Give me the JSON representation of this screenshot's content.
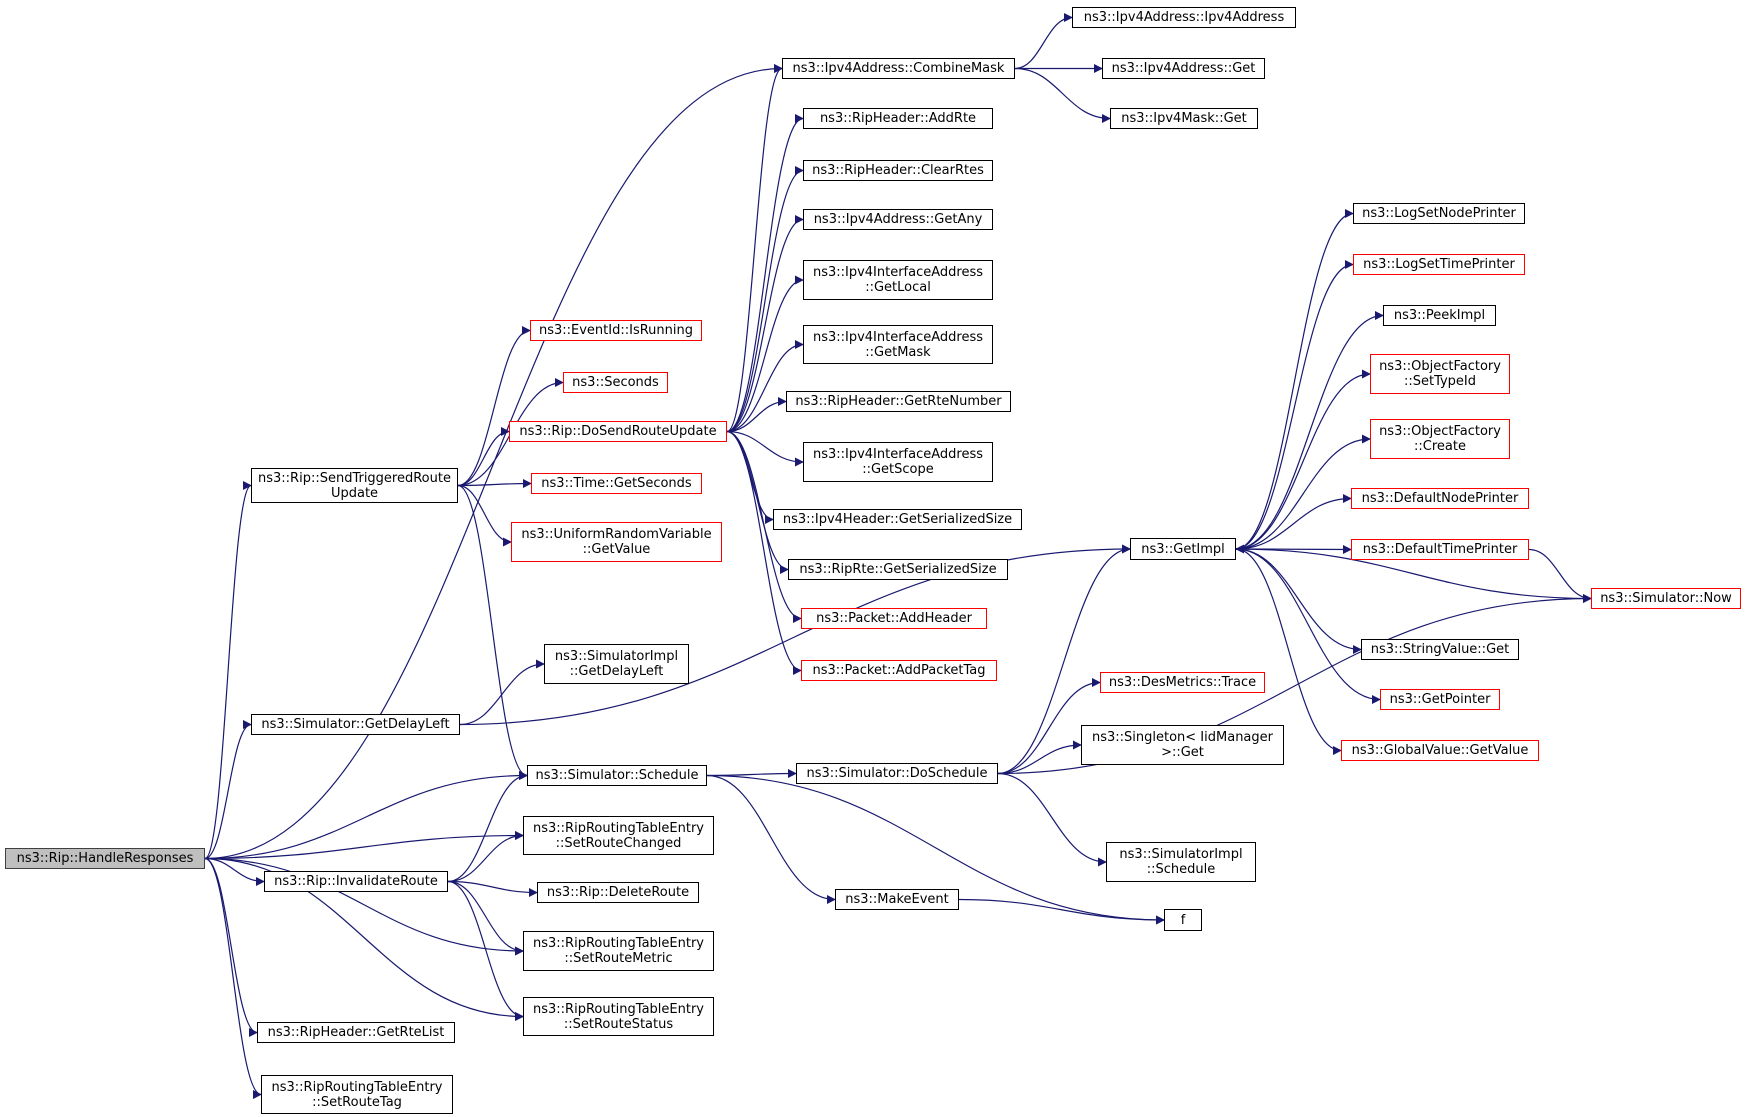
{
  "graph": {
    "edge_color": "#191970",
    "nodes": [
      {
        "id": "root",
        "lines": [
          "ns3::Rip::HandleResponses"
        ],
        "style": "root"
      },
      {
        "id": "send_trig",
        "lines": [
          "ns3::Rip::SendTriggeredRoute",
          "Update"
        ],
        "style": "black"
      },
      {
        "id": "get_delay_left",
        "lines": [
          "ns3::Simulator::GetDelayLeft"
        ],
        "style": "black"
      },
      {
        "id": "schedule",
        "lines": [
          "ns3::Simulator::Schedule"
        ],
        "style": "black"
      },
      {
        "id": "set_route_changed",
        "lines": [
          "ns3::RipRoutingTableEntry",
          "::SetRouteChanged"
        ],
        "style": "black"
      },
      {
        "id": "invalidate_route",
        "lines": [
          "ns3::Rip::InvalidateRoute"
        ],
        "style": "black"
      },
      {
        "id": "delete_route",
        "lines": [
          "ns3::Rip::DeleteRoute"
        ],
        "style": "black"
      },
      {
        "id": "set_route_metric",
        "lines": [
          "ns3::RipRoutingTableEntry",
          "::SetRouteMetric"
        ],
        "style": "black"
      },
      {
        "id": "set_route_status",
        "lines": [
          "ns3::RipRoutingTableEntry",
          "::SetRouteStatus"
        ],
        "style": "black"
      },
      {
        "id": "get_rte_list",
        "lines": [
          "ns3::RipHeader::GetRteList"
        ],
        "style": "black"
      },
      {
        "id": "set_route_tag",
        "lines": [
          "ns3::RipRoutingTableEntry",
          "::SetRouteTag"
        ],
        "style": "black"
      },
      {
        "id": "combine_mask",
        "lines": [
          "ns3::Ipv4Address::CombineMask"
        ],
        "style": "black"
      },
      {
        "id": "ipv4addr_ctor",
        "lines": [
          "ns3::Ipv4Address::Ipv4Address"
        ],
        "style": "black"
      },
      {
        "id": "ipv4addr_get",
        "lines": [
          "ns3::Ipv4Address::Get"
        ],
        "style": "black"
      },
      {
        "id": "ipv4mask_get",
        "lines": [
          "ns3::Ipv4Mask::Get"
        ],
        "style": "black"
      },
      {
        "id": "add_rte",
        "lines": [
          "ns3::RipHeader::AddRte"
        ],
        "style": "black"
      },
      {
        "id": "clear_rtes",
        "lines": [
          "ns3::RipHeader::ClearRtes"
        ],
        "style": "black"
      },
      {
        "id": "get_any",
        "lines": [
          "ns3::Ipv4Address::GetAny"
        ],
        "style": "black"
      },
      {
        "id": "get_local",
        "lines": [
          "ns3::Ipv4InterfaceAddress",
          "::GetLocal"
        ],
        "style": "black"
      },
      {
        "id": "get_mask",
        "lines": [
          "ns3::Ipv4InterfaceAddress",
          "::GetMask"
        ],
        "style": "black"
      },
      {
        "id": "get_rte_number",
        "lines": [
          "ns3::RipHeader::GetRteNumber"
        ],
        "style": "black"
      },
      {
        "id": "get_scope",
        "lines": [
          "ns3::Ipv4InterfaceAddress",
          "::GetScope"
        ],
        "style": "black"
      },
      {
        "id": "ipv4hdr_size",
        "lines": [
          "ns3::Ipv4Header::GetSerializedSize"
        ],
        "style": "black"
      },
      {
        "id": "riprte_size",
        "lines": [
          "ns3::RipRte::GetSerializedSize"
        ],
        "style": "black"
      },
      {
        "id": "add_header",
        "lines": [
          "ns3::Packet::AddHeader"
        ],
        "style": "red"
      },
      {
        "id": "add_packet_tag",
        "lines": [
          "ns3::Packet::AddPacketTag"
        ],
        "style": "red"
      },
      {
        "id": "is_running",
        "lines": [
          "ns3::EventId::IsRunning"
        ],
        "style": "red"
      },
      {
        "id": "seconds",
        "lines": [
          "ns3::Seconds"
        ],
        "style": "red"
      },
      {
        "id": "do_send",
        "lines": [
          "ns3::Rip::DoSendRouteUpdate"
        ],
        "style": "red"
      },
      {
        "id": "time_get_seconds",
        "lines": [
          "ns3::Time::GetSeconds"
        ],
        "style": "red"
      },
      {
        "id": "uniform_get_value",
        "lines": [
          "ns3::UniformRandomVariable",
          "::GetValue"
        ],
        "style": "red"
      },
      {
        "id": "simimpl_delay",
        "lines": [
          "ns3::SimulatorImpl",
          "::GetDelayLeft"
        ],
        "style": "black"
      },
      {
        "id": "do_schedule",
        "lines": [
          "ns3::Simulator::DoSchedule"
        ],
        "style": "black"
      },
      {
        "id": "make_event",
        "lines": [
          "ns3::MakeEvent"
        ],
        "style": "black"
      },
      {
        "id": "f",
        "lines": [
          "f"
        ],
        "style": "black"
      },
      {
        "id": "des_trace",
        "lines": [
          "ns3::DesMetrics::Trace"
        ],
        "style": "red"
      },
      {
        "id": "singleton_get",
        "lines": [
          "ns3::Singleton< IidManager",
          ">::Get"
        ],
        "style": "black"
      },
      {
        "id": "simimpl_schedule",
        "lines": [
          "ns3::SimulatorImpl",
          "::Schedule"
        ],
        "style": "black"
      },
      {
        "id": "get_impl",
        "lines": [
          "ns3::GetImpl"
        ],
        "style": "black"
      },
      {
        "id": "log_node_printer",
        "lines": [
          "ns3::LogSetNodePrinter"
        ],
        "style": "black"
      },
      {
        "id": "log_time_printer",
        "lines": [
          "ns3::LogSetTimePrinter"
        ],
        "style": "red"
      },
      {
        "id": "peek_impl",
        "lines": [
          "ns3::PeekImpl"
        ],
        "style": "black"
      },
      {
        "id": "of_set_type",
        "lines": [
          "ns3::ObjectFactory",
          "::SetTypeId"
        ],
        "style": "red"
      },
      {
        "id": "of_create",
        "lines": [
          "ns3::ObjectFactory",
          "::Create"
        ],
        "style": "red"
      },
      {
        "id": "default_node_printer",
        "lines": [
          "ns3::DefaultNodePrinter"
        ],
        "style": "red"
      },
      {
        "id": "default_time_printer",
        "lines": [
          "ns3::DefaultTimePrinter"
        ],
        "style": "red"
      },
      {
        "id": "string_value_get",
        "lines": [
          "ns3::StringValue::Get"
        ],
        "style": "black"
      },
      {
        "id": "get_pointer",
        "lines": [
          "ns3::GetPointer"
        ],
        "style": "red"
      },
      {
        "id": "global_get_value",
        "lines": [
          "ns3::GlobalValue::GetValue"
        ],
        "style": "red"
      },
      {
        "id": "sim_now",
        "lines": [
          "ns3::Simulator::Now"
        ],
        "style": "red"
      }
    ],
    "edges": [
      [
        "root",
        "combine_mask"
      ],
      [
        "root",
        "send_trig"
      ],
      [
        "root",
        "get_delay_left"
      ],
      [
        "root",
        "schedule"
      ],
      [
        "root",
        "set_route_changed"
      ],
      [
        "root",
        "invalidate_route"
      ],
      [
        "root",
        "set_route_metric"
      ],
      [
        "root",
        "set_route_status"
      ],
      [
        "root",
        "get_rte_list"
      ],
      [
        "root",
        "set_route_tag"
      ],
      [
        "send_trig",
        "is_running"
      ],
      [
        "send_trig",
        "seconds"
      ],
      [
        "send_trig",
        "do_send"
      ],
      [
        "send_trig",
        "time_get_seconds"
      ],
      [
        "send_trig",
        "uniform_get_value"
      ],
      [
        "send_trig",
        "schedule"
      ],
      [
        "do_send",
        "combine_mask"
      ],
      [
        "do_send",
        "add_rte"
      ],
      [
        "do_send",
        "clear_rtes"
      ],
      [
        "do_send",
        "get_any"
      ],
      [
        "do_send",
        "get_local"
      ],
      [
        "do_send",
        "get_mask"
      ],
      [
        "do_send",
        "get_rte_number"
      ],
      [
        "do_send",
        "get_scope"
      ],
      [
        "do_send",
        "ipv4hdr_size"
      ],
      [
        "do_send",
        "riprte_size"
      ],
      [
        "do_send",
        "add_header"
      ],
      [
        "do_send",
        "add_packet_tag"
      ],
      [
        "combine_mask",
        "ipv4addr_ctor"
      ],
      [
        "combine_mask",
        "ipv4addr_get"
      ],
      [
        "combine_mask",
        "ipv4mask_get"
      ],
      [
        "get_delay_left",
        "simimpl_delay"
      ],
      [
        "get_delay_left",
        "get_impl"
      ],
      [
        "invalidate_route",
        "schedule"
      ],
      [
        "invalidate_route",
        "set_route_changed"
      ],
      [
        "invalidate_route",
        "delete_route"
      ],
      [
        "invalidate_route",
        "set_route_metric"
      ],
      [
        "invalidate_route",
        "set_route_status"
      ],
      [
        "schedule",
        "do_schedule"
      ],
      [
        "schedule",
        "make_event"
      ],
      [
        "schedule",
        "f"
      ],
      [
        "make_event",
        "f"
      ],
      [
        "do_schedule",
        "des_trace"
      ],
      [
        "do_schedule",
        "get_impl"
      ],
      [
        "do_schedule",
        "singleton_get"
      ],
      [
        "do_schedule",
        "simimpl_schedule"
      ],
      [
        "do_schedule",
        "sim_now"
      ],
      [
        "get_impl",
        "log_node_printer"
      ],
      [
        "get_impl",
        "log_time_printer"
      ],
      [
        "get_impl",
        "peek_impl"
      ],
      [
        "get_impl",
        "of_set_type"
      ],
      [
        "get_impl",
        "of_create"
      ],
      [
        "get_impl",
        "default_node_printer"
      ],
      [
        "get_impl",
        "default_time_printer"
      ],
      [
        "get_impl",
        "string_value_get"
      ],
      [
        "get_impl",
        "get_pointer"
      ],
      [
        "get_impl",
        "global_get_value"
      ],
      [
        "default_time_printer",
        "sim_now"
      ],
      [
        "sim_now",
        "get_impl"
      ]
    ]
  }
}
